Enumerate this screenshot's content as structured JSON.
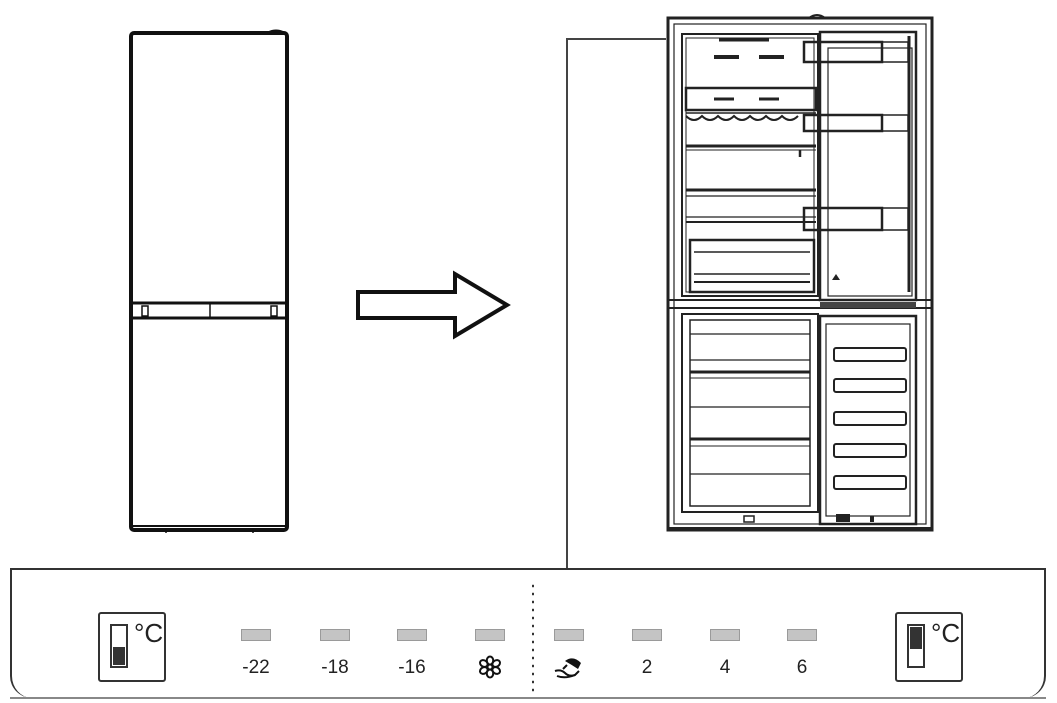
{
  "diagram": {
    "title": "Fridge-freezer control panel diagram",
    "left_figure": "fridge-closed",
    "center_figure": "arrow-right",
    "right_figure": "fridge-open"
  },
  "control_panel": {
    "freezer_icon": {
      "name": "freezer-temperature-icon",
      "unit": "°C",
      "fill": "bottom"
    },
    "fridge_icon": {
      "name": "fridge-temperature-icon",
      "unit": "°C",
      "fill": "top"
    },
    "freezer_settings": [
      {
        "label": "-22",
        "icon": null
      },
      {
        "label": "-18",
        "icon": null
      },
      {
        "label": "-16",
        "icon": null
      },
      {
        "label": "",
        "icon": "snowflake-icon",
        "glyph": "❀"
      }
    ],
    "fridge_settings": [
      {
        "label": "",
        "icon": "super-cool-icon"
      },
      {
        "label": "2",
        "icon": null
      },
      {
        "label": "4",
        "icon": null
      },
      {
        "label": "6",
        "icon": null
      }
    ],
    "led_color": "#c4c4c4"
  }
}
